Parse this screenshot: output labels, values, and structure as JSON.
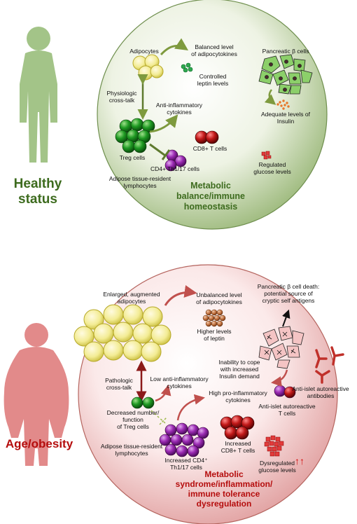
{
  "colors": {
    "healthy_text": "#3d6b1e",
    "disease_text": "#b50d0d",
    "healthy_silhouette": "#a3c488",
    "disease_silhouette": "#e28a8a",
    "arrow_green": "#7e9a3e",
    "arrow_red": "#c0504d"
  },
  "healthy": {
    "status_label": "Healthy\nstatus",
    "summary": "Metabolic\nbalance/immune\nhomeostasis",
    "labels": {
      "adipocytes": "Adipocytes",
      "balanced_adipocytokines": "Balanced level\nof adipocytokines",
      "controlled_leptin": "Controlled\nleptin levels",
      "pancreatic_beta": "Pancreatic β cells",
      "physiologic_crosstalk": "Physiologic\ncross-talk",
      "anti_inflammatory": "Anti-inflammatory\ncytokines",
      "adequate_insulin": "Adequate levels of\nInsulin",
      "treg": "Treg cells",
      "cd8": "CD8+ T cells",
      "cd4": "CD4+ Th1/17 cells",
      "regulated_glucose": "Regulated\nglucose levels",
      "adipose_resident": "Adipose tissue-resident\nlymphocytes"
    }
  },
  "disease": {
    "status_label": "Age/obesity",
    "summary": "Metabolic\nsyndrome/inflammation/\nimmune tolerance\ndysregulation",
    "labels": {
      "enlarged_adipocytes": "Enlarged, augmented\nadipocytes",
      "unbalanced_adipocytokines": "Unbalanced level\nof adipocytokines",
      "beta_death": "Pancreatic β cell death:\npotential source of\ncryptic self antigens",
      "higher_leptin": "Higher levels\nof leptin",
      "inability_insulin": "Inability to cope\nwith increased\nInsulin demand",
      "anti_islet_antibodies": "Anti-islet autoreactive\nantibodies",
      "pathologic_crosstalk": "Pathologic\ncross-talk",
      "low_anti_inflammatory": "Low anti-inflammatory\ncytokines",
      "high_pro_inflammatory": "High pro-inflammatory\ncytokines",
      "anti_islet_t": "Anti-islet autoreactive\nT cells",
      "decreased_treg": "Decreased number/\nfunction\nof Treg cells",
      "increased_cd8": "Increased\nCD8+ T cells",
      "adipose_resident": "Adipose tissue-resident\nlymphocytes",
      "increased_cd4": "Increased CD4⁺\nTh1/17 cells",
      "dysregulated_glucose": "Dysregulated\nglucose levels",
      "up_arrows": "↑↑"
    }
  }
}
